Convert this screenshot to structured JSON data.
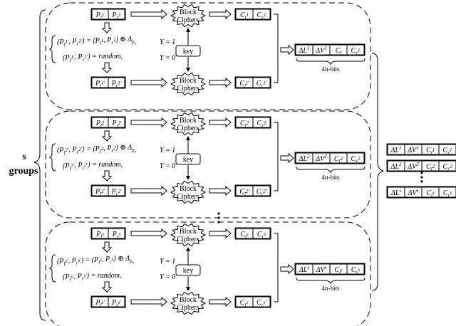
{
  "side_label": {
    "s": "s",
    "groups": "groups"
  },
  "groups": [
    {
      "p_top": [
        "P_l^1",
        "P_r^1"
      ],
      "p_bot": [
        "P_l^1'",
        "P_r^1'"
      ],
      "c_top": [
        "C_l^1",
        "C_r^1"
      ],
      "c_bot": [
        "C_l^1'",
        "C_r^1'"
      ],
      "eq1": "(P_l^1', P_r^1') = (P_l^1, P_r^1) ⊕ Δ_p,",
      "cond1": "Y = 1",
      "eq2": "(P_l^1', P_r^1') = random,",
      "cond2": "Y = 0",
      "out": [
        "ΔL^1",
        "ΔV^1",
        "C_l",
        "C_r^1"
      ]
    },
    {
      "p_top": [
        "P_l^2",
        "P_r^2"
      ],
      "p_bot": [
        "P_l^2'",
        "P_r^2'"
      ],
      "c_top": [
        "C_l^2",
        "C_r^2"
      ],
      "c_bot": [
        "C_l^2'",
        "C_r^2'"
      ],
      "eq1": "(P_l^2', P_r^2') = (P_l^2, P_r^2) ⊕ Δ_p,",
      "cond1": "Y = 1",
      "eq2": "(P_l^2', P_r^2') = random,",
      "cond2": "Y = 0",
      "out": [
        "ΔL^2",
        "ΔV^2",
        "C_l^2",
        "C_r^2"
      ]
    },
    {
      "p_top": [
        "P_l^s",
        "P_r^s"
      ],
      "p_bot": [
        "P_l^s'",
        "P_r^s'"
      ],
      "c_top": [
        "C_l^s",
        "C_r^s"
      ],
      "c_bot": [
        "C_l^s'",
        "C_r^s'"
      ],
      "eq1": "(P_l^s', P_r^s') = (P_l^s, P_r^s) ⊕ Δ_p,",
      "cond1": "Y = 1",
      "eq2": "(P_l^s', P_r^s') = random,",
      "cond2": "Y = 0",
      "out": [
        "ΔL^s",
        "ΔV^s",
        "C_l^s",
        "C_r^s"
      ]
    }
  ],
  "cipher_label": [
    "Block",
    "Ciphers"
  ],
  "key_label": "key",
  "bits_label": "4n-bits",
  "summary": [
    [
      "ΔL^1",
      "ΔV^1",
      "C_l^1",
      "C_r^1"
    ],
    [
      "ΔL^2",
      "ΔV^2",
      "C_l^2",
      "C_r^2"
    ],
    [
      "ΔL^s",
      "ΔV^s",
      "C_l^s",
      "C_r^s"
    ]
  ]
}
